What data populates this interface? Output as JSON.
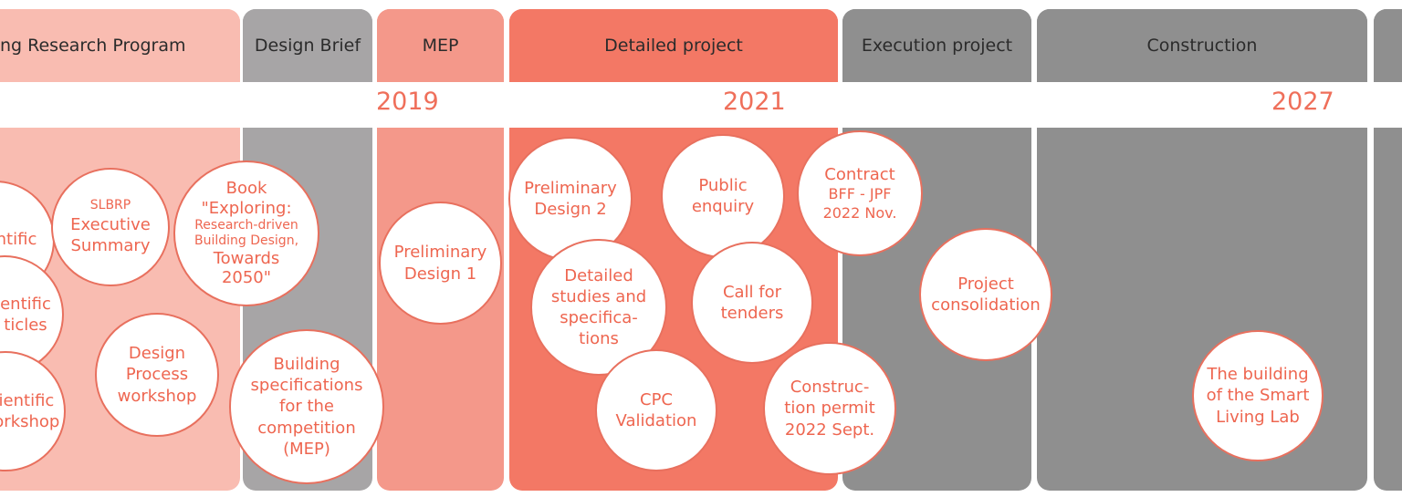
{
  "phases": [
    {
      "label": "ng Research Program"
    },
    {
      "label": "Design Brief"
    },
    {
      "label": "MEP"
    },
    {
      "label": "Detailed project"
    },
    {
      "label": "Execution project"
    },
    {
      "label": "Construction"
    },
    {
      "label": ""
    }
  ],
  "years": [
    "2019",
    "2021",
    "2027"
  ],
  "circles": {
    "c1": [
      "ntific"
    ],
    "c2": [
      "SLBRP",
      "Executive",
      "Summary"
    ],
    "c3": [
      "Book",
      "\"Exploring:",
      "Research-driven",
      "Building Design,",
      "Towards",
      "2050\""
    ],
    "c4": [
      "entific",
      "ticles"
    ],
    "c5": [
      "cientific",
      "vorkshop"
    ],
    "c6": [
      "Design",
      "Process",
      "workshop"
    ],
    "c7": [
      "Building",
      "specifications",
      "for the",
      "competition",
      "(MEP)"
    ],
    "c8": [
      "Preliminary",
      "Design 1"
    ],
    "c9": [
      "Preliminary",
      "Design 2"
    ],
    "c10": [
      "Public",
      "enquiry"
    ],
    "c11": [
      "Contract",
      "BFF - JPF",
      "2022 Nov."
    ],
    "c12": [
      "Detailed",
      "studies and",
      "specifica-",
      "tions"
    ],
    "c13": [
      "Call for",
      "tenders"
    ],
    "c14": [
      "CPC",
      "Validation"
    ],
    "c15": [
      "Construc-",
      "tion permit",
      "2022 Sept."
    ],
    "c16": [
      "Project",
      "consolidation"
    ],
    "c17": [
      "The building",
      "of the Smart",
      "Living Lab"
    ]
  },
  "colors": {
    "research": "#f9bcb1",
    "brief": "#a7a5a6",
    "mep": "#f4988a",
    "detailed": "#f37865",
    "grey": "#8f8f8f",
    "accent": "#ef6f5a"
  }
}
